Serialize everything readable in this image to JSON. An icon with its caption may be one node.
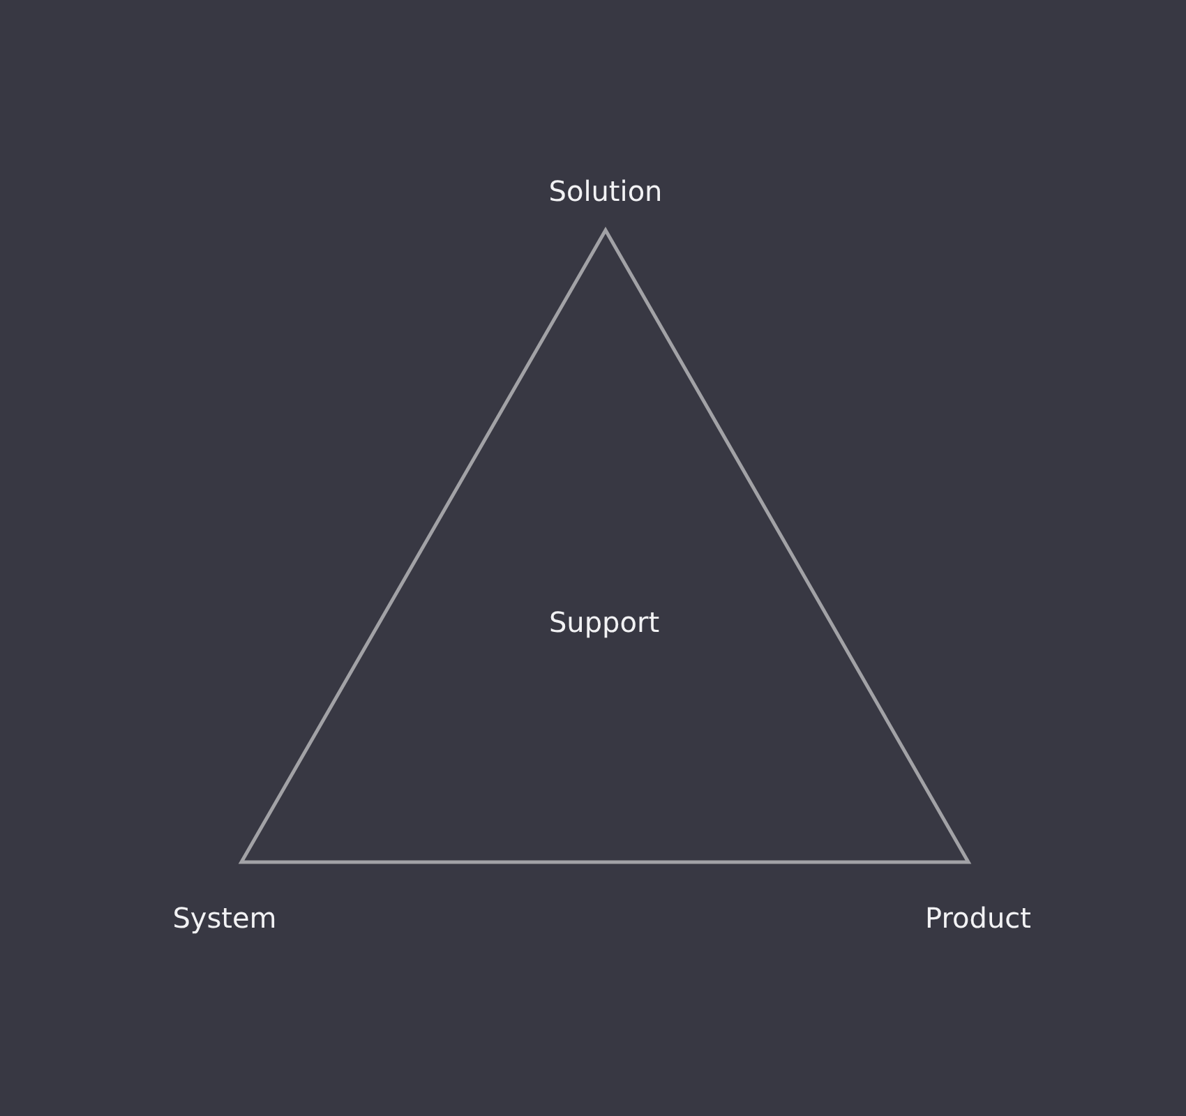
{
  "diagram": {
    "nodes": [
      {
        "text": [
          "Support"
        ]
      }
    ],
    "labels": [
      "Solution",
      "System",
      "Product"
    ]
  }
}
